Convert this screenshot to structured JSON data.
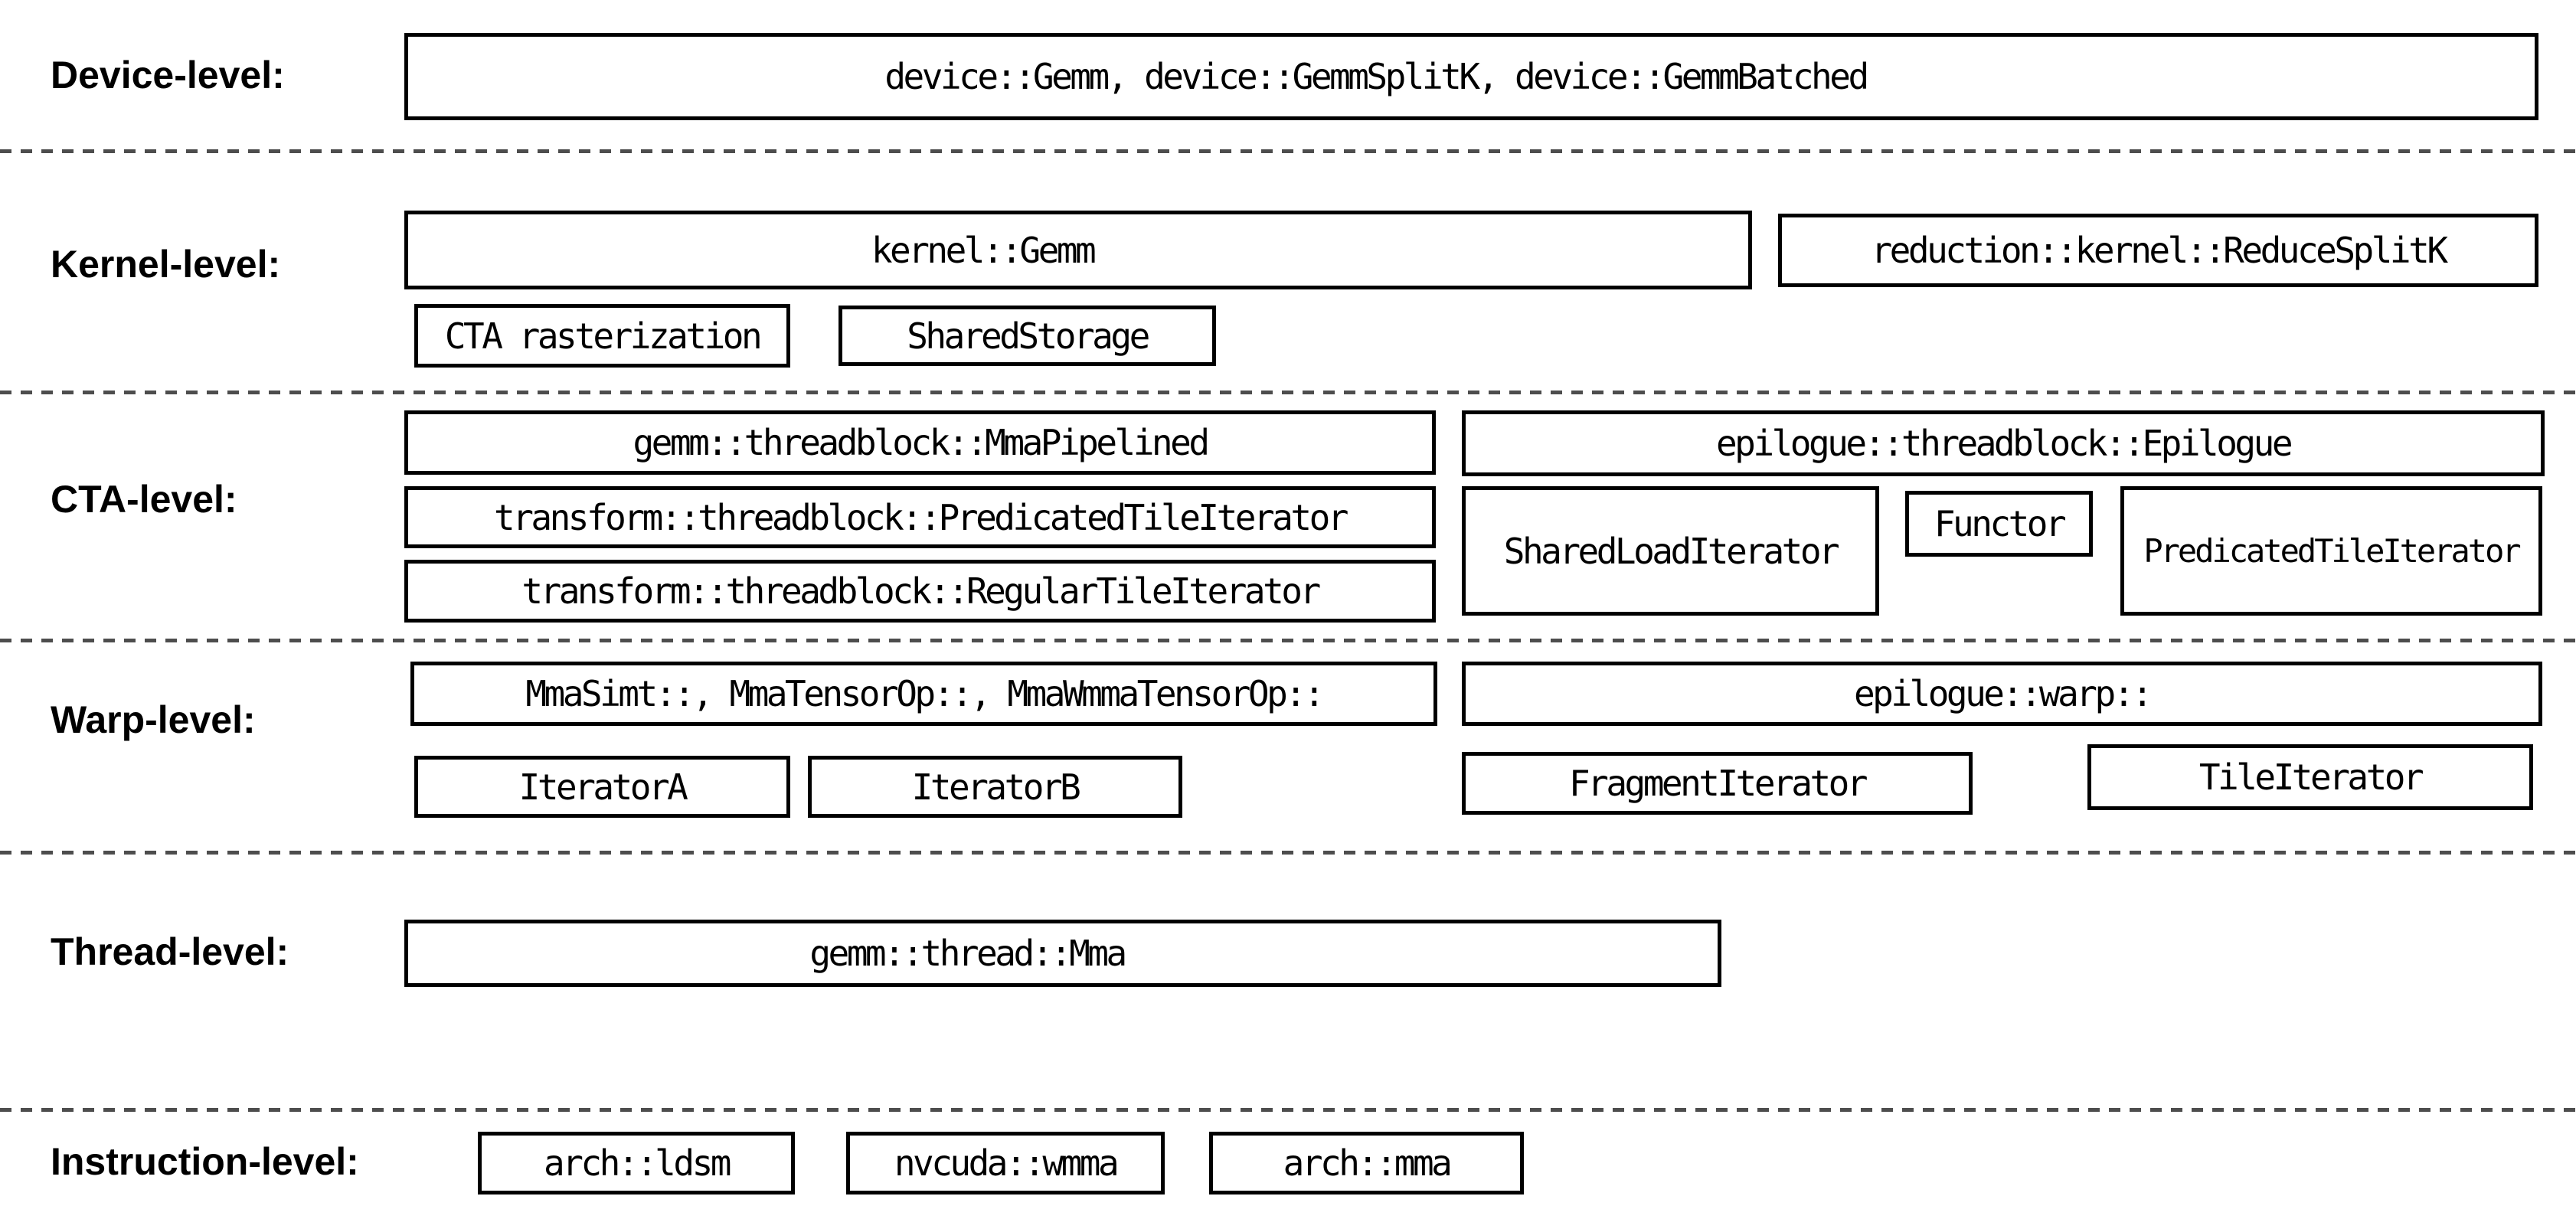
{
  "figure": {
    "description": "CUTLASS GEMM hierarchy diagram",
    "colors": {
      "background": "#ffffff",
      "box_border": "#000000",
      "text": "#000000",
      "separator_dash": "#4d4d4d"
    },
    "levels": [
      {
        "label": "Device-level:",
        "boxes": [
          {
            "text": "device::Gemm, device::GemmSplitK, device::GemmBatched"
          }
        ]
      },
      {
        "label": "Kernel-level:",
        "boxes": [
          {
            "text": "kernel::Gemm"
          },
          {
            "text": "reduction::kernel::ReduceSplitK"
          },
          {
            "text": "CTA rasterization"
          },
          {
            "text": "SharedStorage"
          }
        ]
      },
      {
        "label": "CTA-level:",
        "boxes": [
          {
            "text": "gemm::threadblock::MmaPipelined"
          },
          {
            "text": "transform::threadblock::PredicatedTileIterator"
          },
          {
            "text": "transform::threadblock::RegularTileIterator"
          },
          {
            "text": "epilogue::threadblock::Epilogue"
          },
          {
            "text": "SharedLoadIterator"
          },
          {
            "text": "Functor"
          },
          {
            "text": "PredicatedTileIterator"
          }
        ]
      },
      {
        "label": "Warp-level:",
        "boxes": [
          {
            "text": "MmaSimt::, MmaTensorOp::, MmaWmmaTensorOp::"
          },
          {
            "text": "epilogue::warp::"
          },
          {
            "text": "IteratorA"
          },
          {
            "text": "IteratorB"
          },
          {
            "text": "FragmentIterator"
          },
          {
            "text": "TileIterator"
          }
        ]
      },
      {
        "label": "Thread-level:",
        "boxes": [
          {
            "text": "gemm::thread::Mma"
          }
        ]
      },
      {
        "label": "Instruction-level:",
        "boxes": [
          {
            "text": "arch::ldsm"
          },
          {
            "text": "nvcuda::wmma"
          },
          {
            "text": "arch::mma"
          }
        ]
      }
    ]
  }
}
